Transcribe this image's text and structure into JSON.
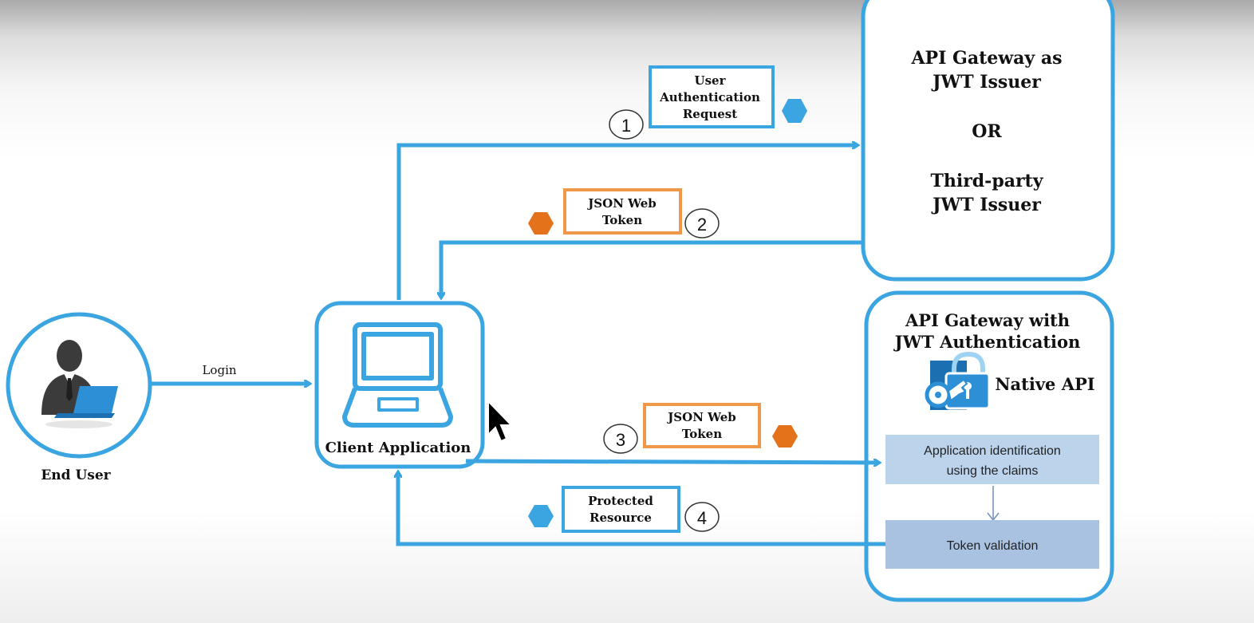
{
  "end_user": {
    "label": "End User"
  },
  "login": {
    "label": "Login"
  },
  "client": {
    "label": "Client Application"
  },
  "issuer": {
    "line1": "API Gateway as",
    "line2": "JWT Issuer",
    "or": "OR",
    "line3": "Third-party",
    "line4": "JWT Issuer"
  },
  "gateway": {
    "title1": "API Gateway with",
    "title2": "JWT Authentication",
    "native_api": "Native API",
    "step_a1": "Application identification",
    "step_a2": "using the claims",
    "step_b": "Token validation"
  },
  "steps": [
    {
      "num": "1",
      "line1": "User",
      "line2": "Authentication",
      "line3": "Request"
    },
    {
      "num": "2",
      "line1": "JSON Web",
      "line2": "Token"
    },
    {
      "num": "3",
      "line1": "JSON Web",
      "line2": "Token"
    },
    {
      "num": "4",
      "line1": "Protected",
      "line2": "Resource"
    }
  ],
  "colors": {
    "blue": "#3aa5e0",
    "orange": "#e3721b",
    "label_orange": "#f0984a",
    "light_box": "#bcd3ec",
    "dark_box": "#a9c2e2",
    "icon_dark": "#3b3b3b"
  }
}
